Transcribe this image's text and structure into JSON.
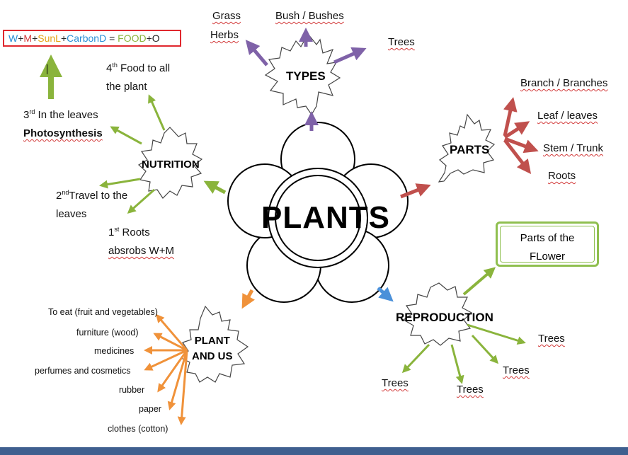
{
  "center": {
    "title": "PLANTS"
  },
  "formula": {
    "parts": [
      {
        "text": "W",
        "color": "#2b8fd6"
      },
      {
        "text": "+",
        "color": "#222222"
      },
      {
        "text": "M",
        "color": "#d23a3a"
      },
      {
        "text": "+",
        "color": "#222222"
      },
      {
        "text": "SunL",
        "color": "#e6a317"
      },
      {
        "text": "+",
        "color": "#222222"
      },
      {
        "text": "CarbonD",
        "color": "#2b8fd6"
      },
      {
        "text": " = ",
        "color": "#222222"
      },
      {
        "text": "FOOD",
        "color": "#8ab43c"
      },
      {
        "text": "+O",
        "color": "#222222"
      }
    ]
  },
  "types": {
    "title": "TYPES",
    "items": [
      "Grass",
      "Herbs",
      "Bush / Bushes",
      "Trees"
    ]
  },
  "parts": {
    "title": "PARTS",
    "items": [
      "Branch / Branches",
      "Leaf / leaves",
      "Stem / Trunk",
      "Roots"
    ]
  },
  "nutrition": {
    "title": "NUTRITION",
    "step4": {
      "num": "4",
      "sup": "th",
      "line1": " Food to all",
      "line2": "the plant"
    },
    "step3": {
      "num": "3",
      "sup": "rd",
      "line1": " In the leaves",
      "line2": "Photosynthesis"
    },
    "step2": {
      "num": "2",
      "sup": "nd",
      "line1": "Travel to the",
      "line2": "leaves"
    },
    "step1": {
      "num": "1",
      "sup": "st",
      "line1": " Roots",
      "line2": "absrobs W+M"
    }
  },
  "plant_and_us": {
    "title_line1": "PLANT",
    "title_line2": "AND US",
    "items": [
      "To eat (fruit and vegetables)",
      "furniture (wood)",
      "medicines",
      "perfumes and cosmetics",
      "rubber",
      "paper",
      "clothes (cotton)"
    ]
  },
  "reproduction": {
    "title": "REPRODUCTION",
    "flower_box_line1": "Parts of the",
    "flower_box_line2": "FLower",
    "items": [
      "Trees",
      "Trees",
      "Trees",
      "Trees"
    ]
  },
  "colors": {
    "purple": "#7f62a8",
    "red": "#c0504d",
    "green": "#8ab43c",
    "orange": "#f0923a",
    "blue": "#4a90d9",
    "formula_border": "#e0282e"
  }
}
